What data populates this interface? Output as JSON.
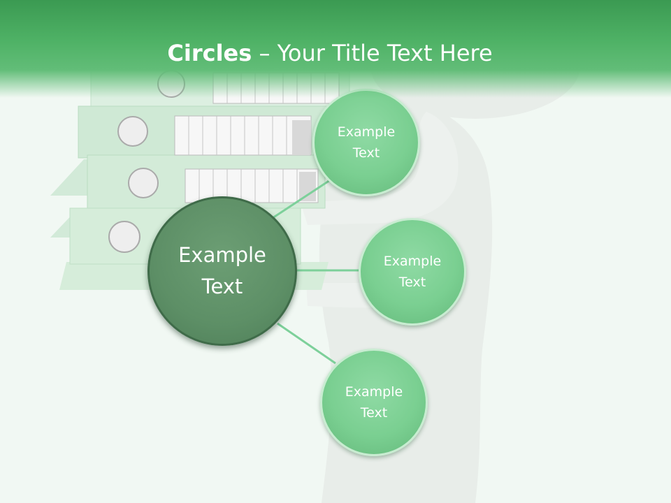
{
  "slide": {
    "title_bold": "Circles",
    "title_rest": " – Your Title Text Here",
    "center_circle": {
      "line1": "Example",
      "line2": "Text"
    },
    "circles": [
      {
        "line1": "Example",
        "line2": "Text"
      },
      {
        "line1": "Example",
        "line2": "Text"
      },
      {
        "line1": "Example",
        "line2": "Text"
      }
    ]
  },
  "colors": {
    "header_green": "#4fb266",
    "small_circle": "#7acf91",
    "center_circle": "#5d8f66",
    "connector": "#7dd09a",
    "background": "#f1f8f3"
  }
}
